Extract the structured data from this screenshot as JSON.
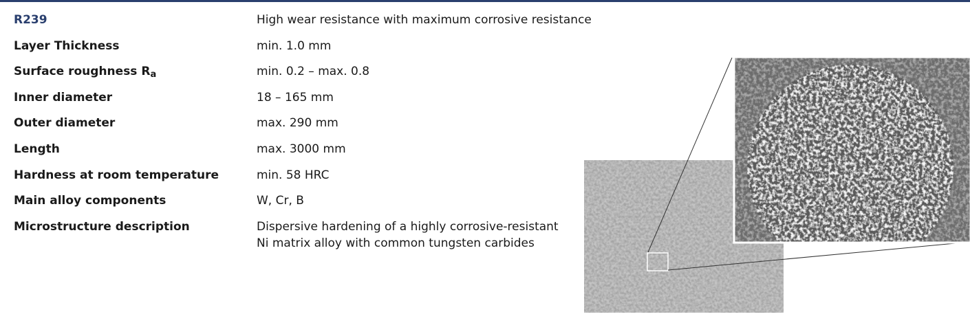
{
  "product": {
    "code": "R239",
    "tagline": "High wear resistance with maximum corrosive resistance"
  },
  "specs": [
    {
      "label": "Layer Thickness",
      "value": "min. 1.0 mm"
    },
    {
      "label": "Surface roughness R",
      "label_sub": "a",
      "value": "min. 0.2 – max. 0.8"
    },
    {
      "label": "Inner diameter",
      "value": "18 – 165 mm"
    },
    {
      "label": "Outer diameter",
      "value": "max. 290 mm"
    },
    {
      "label": "Length",
      "value": "max. 3000 mm"
    },
    {
      "label": "Hardness at room temperature",
      "value": "min. 58 HRC"
    },
    {
      "label": "Main alloy components",
      "value": "W, Cr, B"
    },
    {
      "label": "Microstructure description",
      "value": "Dispersive hardening of a highly corrosive-resistant Ni matrix alloy with common tungsten carbides"
    }
  ],
  "colors": {
    "accent": "#2a3f6e",
    "text": "#1a1a1a"
  }
}
